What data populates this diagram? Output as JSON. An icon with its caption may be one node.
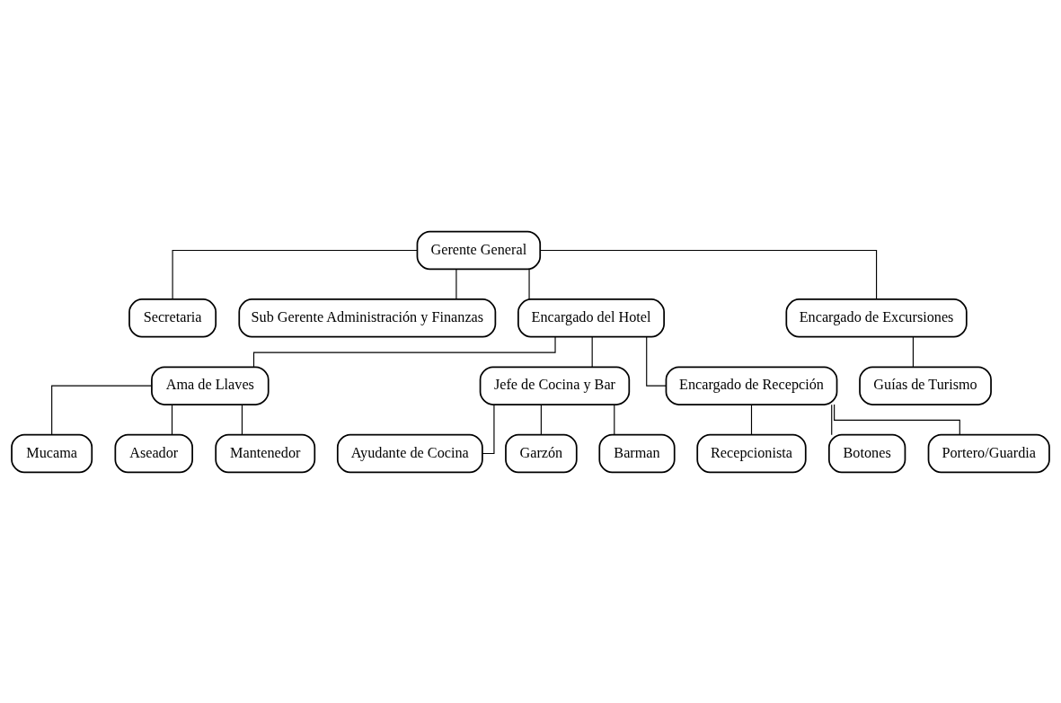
{
  "diagram": {
    "nodes": [
      {
        "text": [
          "Gerente General"
        ]
      },
      {
        "text": [
          "Secretaria"
        ]
      },
      {
        "text": [
          "Sub Gerente Administración y Finanzas"
        ]
      },
      {
        "text": [
          "Encargado del Hotel"
        ]
      },
      {
        "text": [
          "Encargado de Excursiones"
        ]
      },
      {
        "text": [
          "Guías de Turismo"
        ]
      },
      {
        "text": [
          "Ama de Llaves"
        ]
      },
      {
        "text": [
          "Jefe de Cocina y Bar"
        ]
      },
      {
        "text": [
          "Encargado de Recepción"
        ]
      },
      {
        "text": [
          "Mucama"
        ]
      },
      {
        "text": [
          "Aseador"
        ]
      },
      {
        "text": [
          "Mantenedor"
        ]
      },
      {
        "text": [
          "Ayudante de Cocina"
        ]
      },
      {
        "text": [
          "Garzón"
        ]
      },
      {
        "text": [
          "Barman"
        ]
      },
      {
        "text": [
          "Recepcionista"
        ]
      },
      {
        "text": [
          "Botones"
        ]
      },
      {
        "text": [
          "Portero/Guardia"
        ]
      }
    ],
    "edges": [
      {
        "from": 0,
        "to": 1,
        "arrow": "none"
      },
      {
        "from": 0,
        "to": 2,
        "arrow": "none"
      },
      {
        "from": 0,
        "to": 3,
        "arrow": "none"
      },
      {
        "from": 0,
        "to": 4,
        "arrow": "none"
      },
      {
        "from": 4,
        "to": 5,
        "arrow": "none"
      },
      {
        "from": 3,
        "to": 6,
        "arrow": "none"
      },
      {
        "from": 3,
        "to": 7,
        "arrow": "none"
      },
      {
        "from": 3,
        "to": 8,
        "arrow": "none"
      },
      {
        "from": 6,
        "to": 9,
        "arrow": "none"
      },
      {
        "from": 6,
        "to": 10,
        "arrow": "none"
      },
      {
        "from": 6,
        "to": 11,
        "arrow": "none"
      },
      {
        "from": 7,
        "to": 12,
        "arrow": "none"
      },
      {
        "from": 7,
        "to": 13,
        "arrow": "none"
      },
      {
        "from": 7,
        "to": 14,
        "arrow": "none"
      },
      {
        "from": 8,
        "to": 15,
        "arrow": "none"
      },
      {
        "from": 8,
        "to": 16,
        "arrow": "none"
      },
      {
        "from": 8,
        "to": 17,
        "arrow": "none"
      }
    ]
  }
}
